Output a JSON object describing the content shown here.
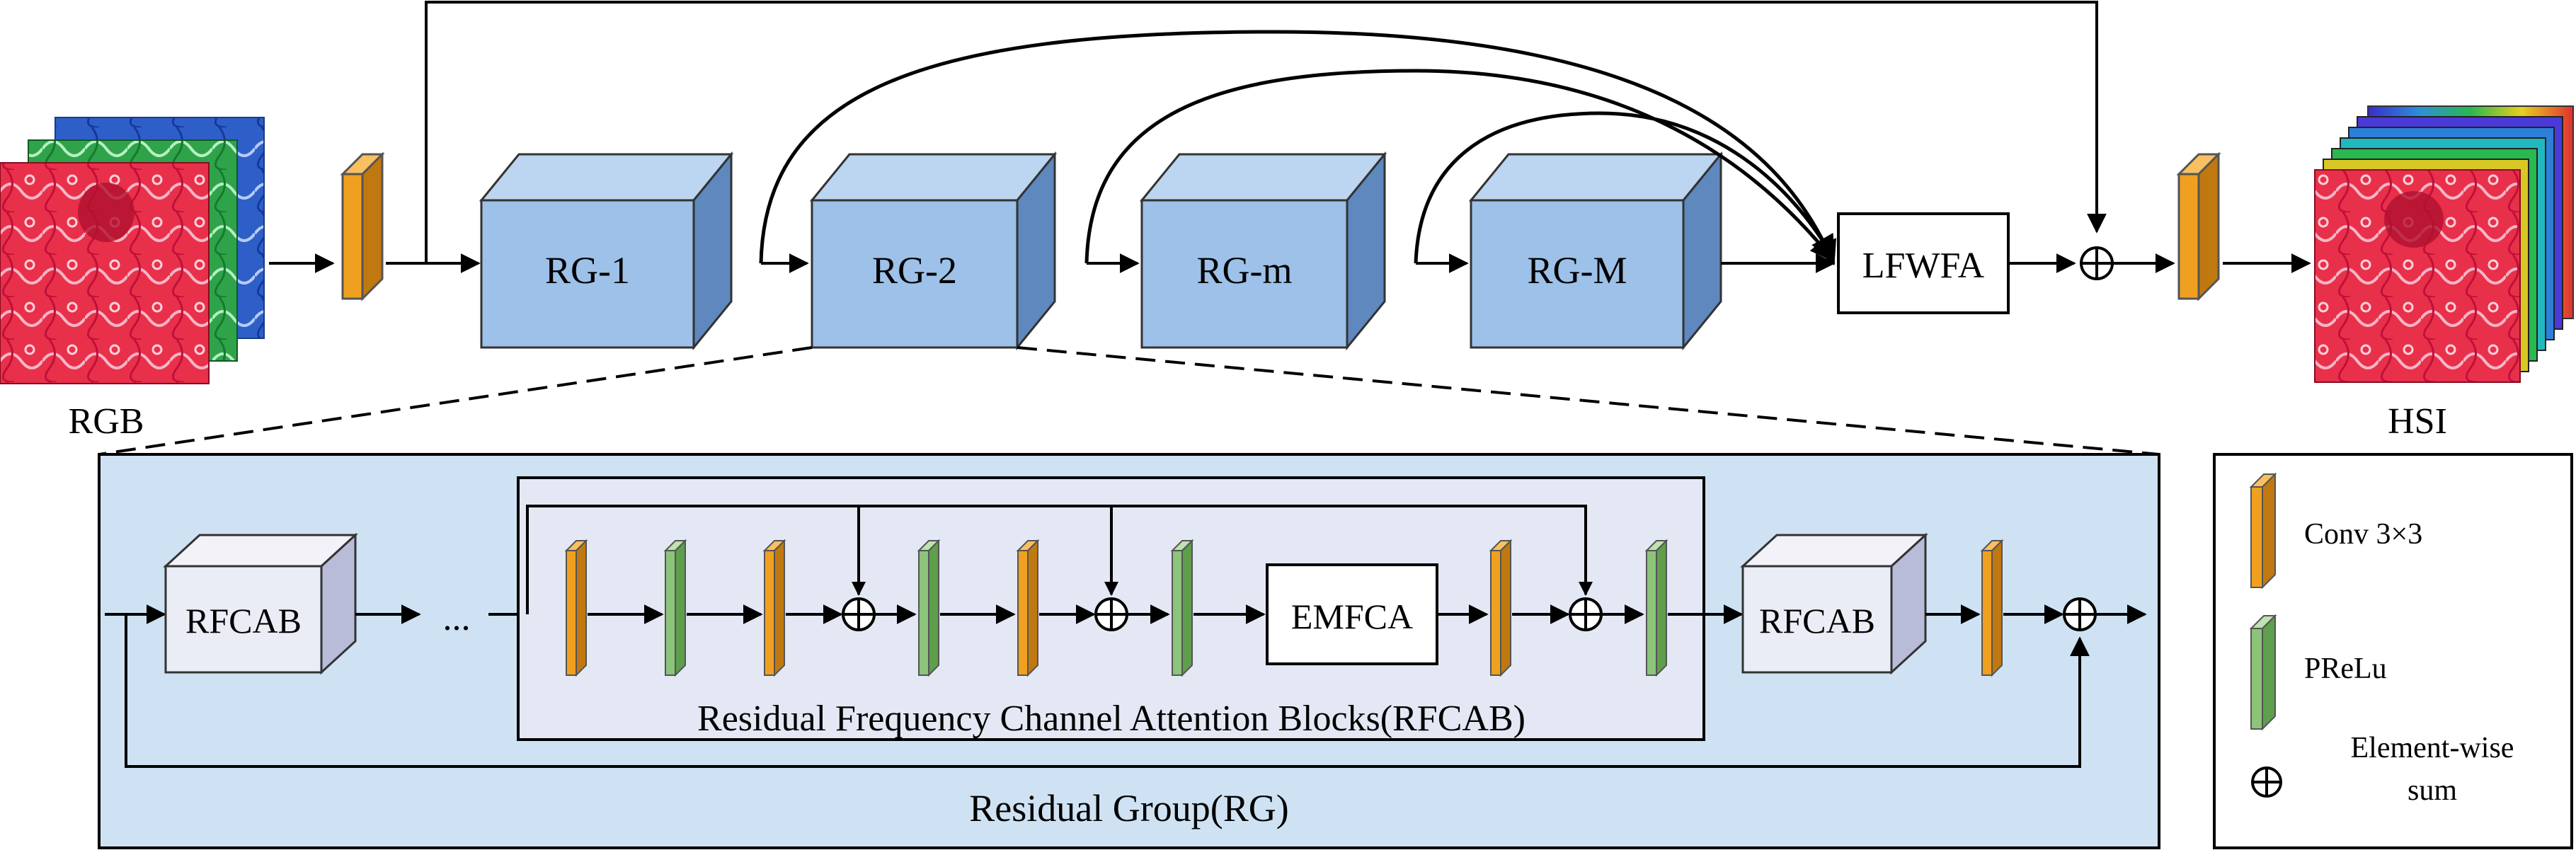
{
  "top": {
    "input_label": "RGB",
    "output_label": "HSI",
    "blocks": [
      "RG-1",
      "RG-2",
      "RG-m",
      "RG-M"
    ],
    "lfwfa": "LFWFA"
  },
  "rg_panel": {
    "title": "Residual Group(RG)",
    "rfcab_left": "RFCAB",
    "ellipsis": "...",
    "rfcab_right": "RFCAB",
    "inner_title": "Residual Frequency Channel Attention Blocks(RFCAB)",
    "emfca": "EMFCA"
  },
  "legend": {
    "conv": "Conv 3×3",
    "prelu": "PReLu",
    "sum_line1": "Element-wise",
    "sum_line2": "sum"
  },
  "colors": {
    "conv": "#F0A020",
    "prelu": "#8CC47A",
    "rg_block": "#9DC1E8",
    "rg_panel_bg": "#CFE2F3",
    "rfcab_inner_bg": "#E4E8F4"
  }
}
